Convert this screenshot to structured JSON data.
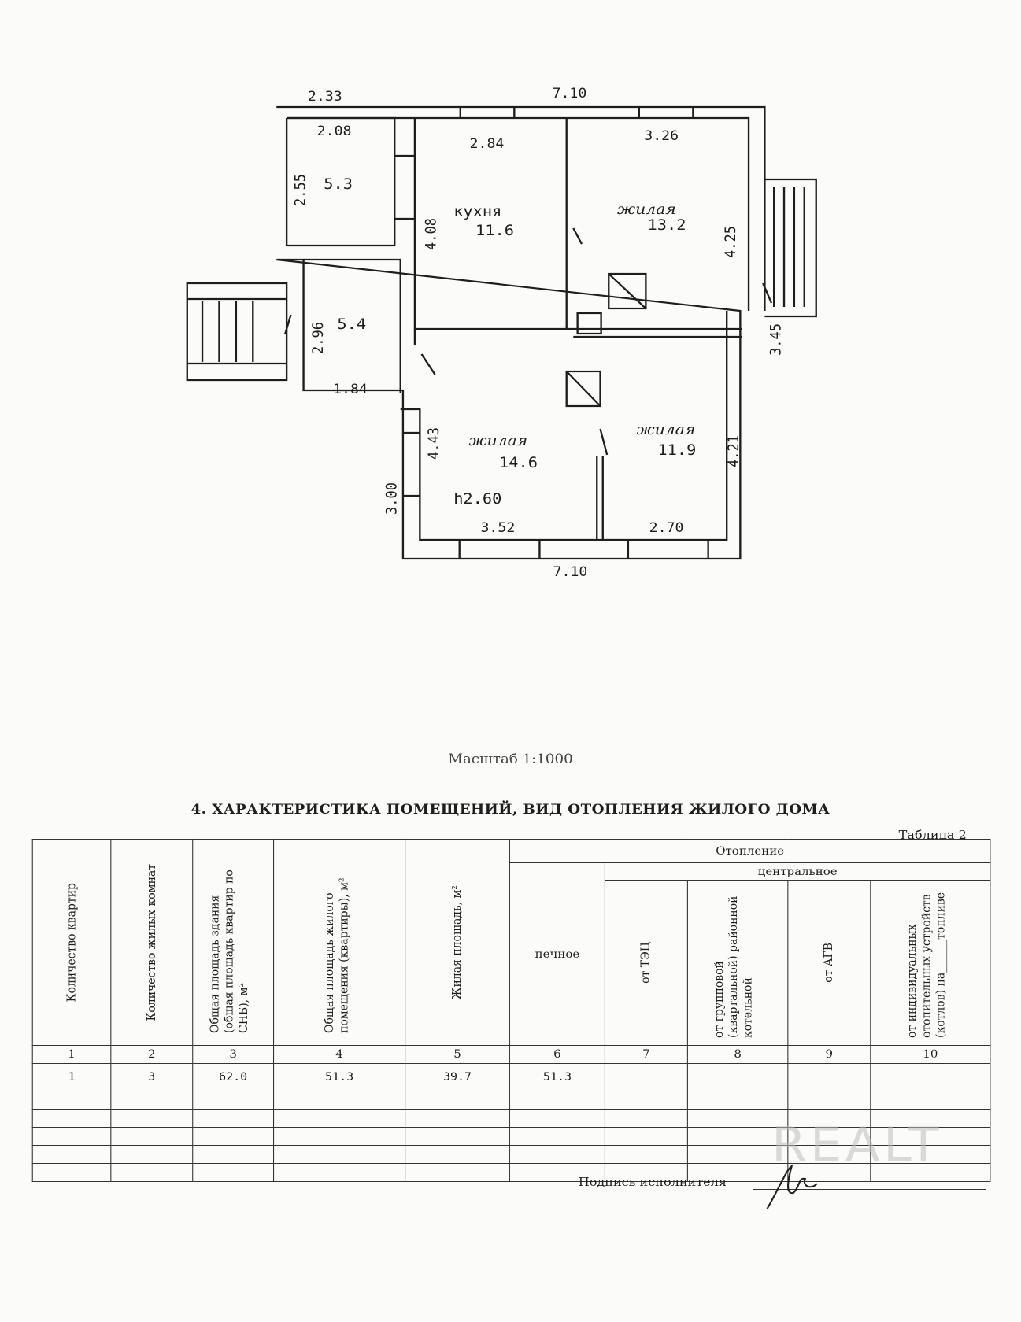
{
  "plan": {
    "dims": {
      "top_left": "2.33",
      "top_overall": "7.10",
      "storage_width": "2.08",
      "storage_height": "2.55",
      "kitchen_width": "2.84",
      "kitchen_height": "4.08",
      "living_ne_width": "3.26",
      "living_ne_height": "4.25",
      "hall_height": "2.96",
      "hall_width": "1.84",
      "porch_depth": "3.45",
      "living_sw_height": "4.43",
      "bottom_left": "3.00",
      "living_sw_width": "3.52",
      "living_se_width": "2.70",
      "living_se_height": "4.21",
      "bottom_overall": "7.10"
    },
    "rooms": {
      "storage": {
        "area": "5.3"
      },
      "kitchen": {
        "label": "кухня",
        "area": "11.6"
      },
      "living_ne": {
        "label": "жилая",
        "area": "13.2"
      },
      "hall": {
        "area": "5.4"
      },
      "living_sw": {
        "label": "жилая",
        "area": "14.6",
        "ceiling": "h2.60"
      },
      "living_se": {
        "label": "жилая",
        "area": "11.9"
      }
    }
  },
  "scale_label": "Масштаб 1:1000",
  "section_title": "4. ХАРАКТЕРИСТИКА ПОМЕЩЕНИЙ, ВИД ОТОПЛЕНИЯ ЖИЛОГО ДОМА",
  "table": {
    "label": "Таблица 2",
    "group_heating": "Отопление",
    "group_central": "центральное",
    "columns": [
      "Количество квартир",
      "Количество жилых комнат",
      "Общая площадь здания (общая площадь квартир по СНБ), м²",
      "Общая площадь жилого помещения (квартиры), м²",
      "Жилая площадь, м²",
      "печное",
      "от ТЭЦ",
      "от групповой (квартальной) районной котельной",
      "от АГВ",
      "от индивидуальных отопительных устройств (котлов) на______топливе"
    ],
    "numbers": [
      "1",
      "2",
      "3",
      "4",
      "5",
      "6",
      "7",
      "8",
      "9",
      "10"
    ],
    "values": [
      "1",
      "3",
      "62.0",
      "51.3",
      "39.7",
      "51.3",
      "",
      "",
      "",
      ""
    ]
  },
  "signature_label": "Подпись исполнителя",
  "watermark": "REALT",
  "colors": {
    "ink": "#1e1e1e",
    "paper": "#fbfbf9"
  }
}
